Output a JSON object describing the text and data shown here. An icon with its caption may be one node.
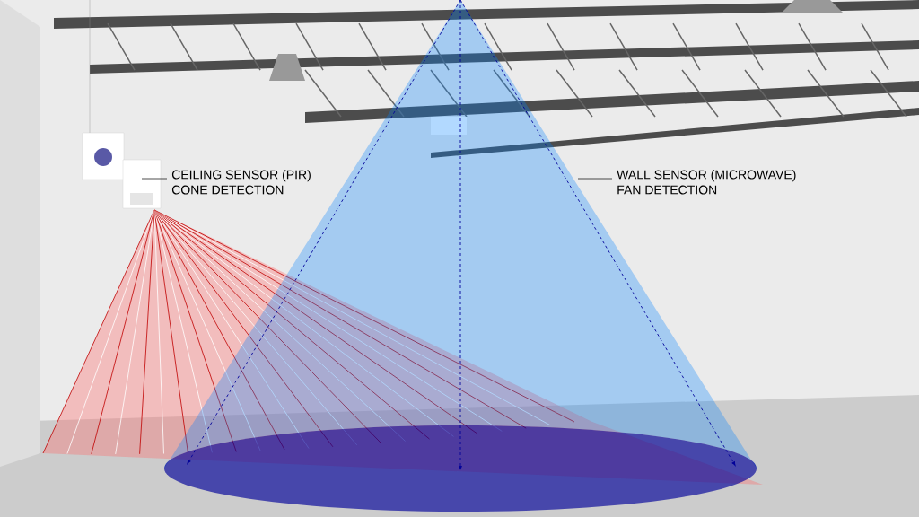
{
  "diagram": {
    "nodes": [
      {
        "text": [
          "CEILING SENSOR (PIR)",
          "CONE DETECTION"
        ]
      },
      {
        "text": [],
        "shape": "picture"
      },
      {
        "text": [
          "WALL SENSOR (MICROWAVE)",
          "FAN DETECTION"
        ]
      }
    ],
    "edges": [
      {
        "from": 0,
        "to": 1,
        "arrow": "none"
      },
      {
        "from": 2,
        "to": null,
        "arrow": "none"
      }
    ]
  }
}
